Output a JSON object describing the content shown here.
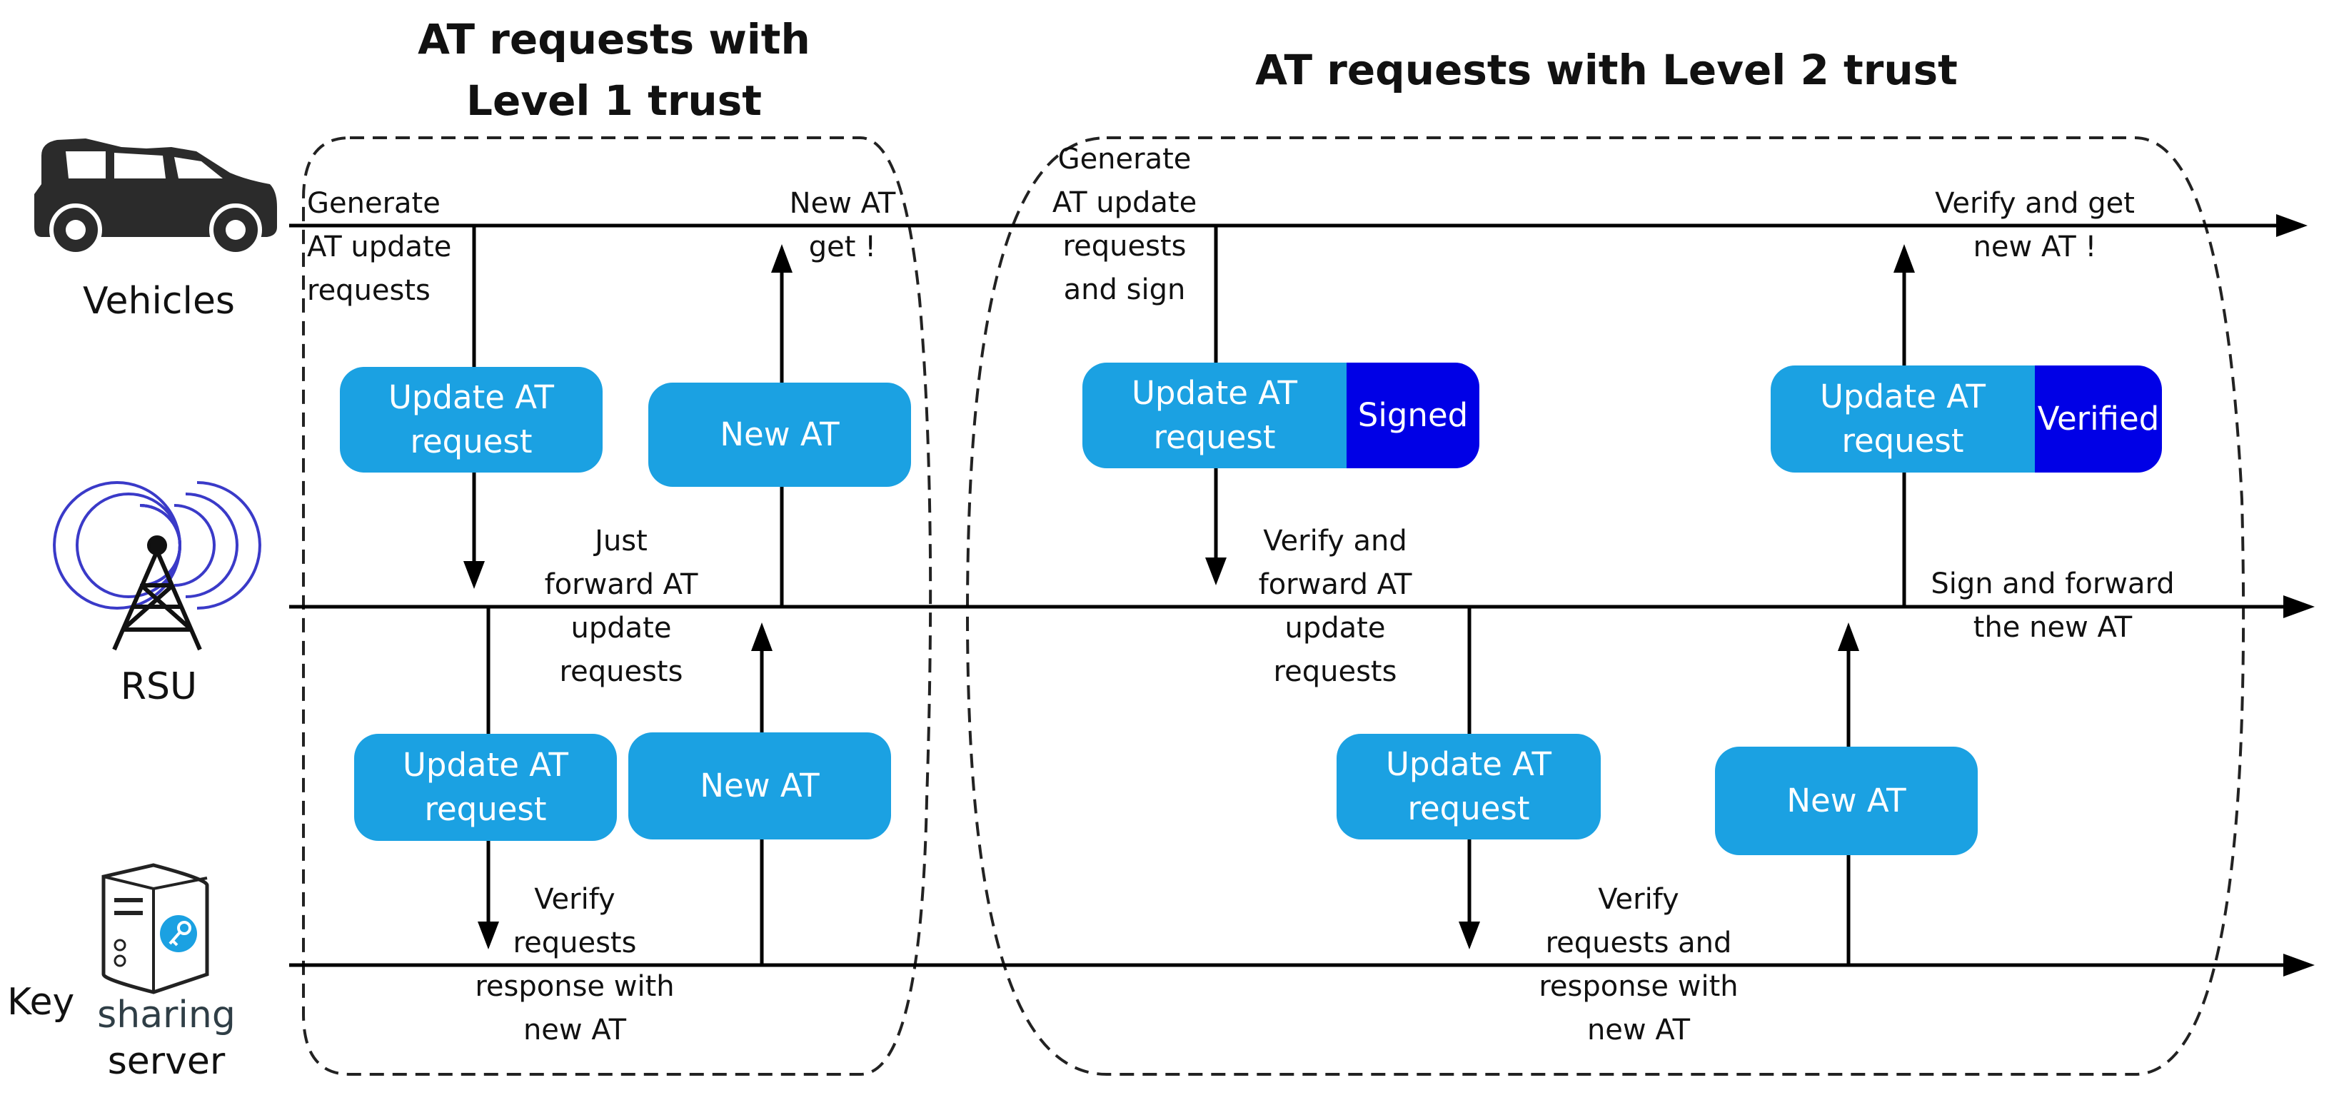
{
  "titles": {
    "level1": "AT requests with\nLevel 1 trust",
    "level2": "AT requests with Level 2 trust"
  },
  "actors": {
    "vehicles": "Vehicles",
    "rsu": "RSU",
    "server_key": "Key",
    "server_sharing": "sharing",
    "server_server": "server"
  },
  "level1": {
    "generate": "Generate\nAT update\nrequests",
    "new_at_get": "New AT\nget !",
    "box_update_top": "Update AT\nrequest",
    "box_new_top": "New AT",
    "just_forward": "Just\nforward AT\nupdate\nrequests",
    "box_update_bottom": "Update AT\nrequest",
    "box_new_bottom": "New AT",
    "verify": "Verify\nrequests\nresponse with\nnew AT"
  },
  "level2": {
    "generate": "Generate\nAT update\nrequests\nand sign",
    "verify_get": "Verify and get\nnew AT !",
    "box_signed_main": "Update AT\nrequest",
    "box_signed_tag": "Signed",
    "box_verified_main": "Update AT\nrequest",
    "box_verified_tag": "Verified",
    "verify_forward": "Verify and\nforward AT\nupdate\nrequests",
    "sign_forward": "Sign and forward\nthe new AT",
    "box_update_bottom": "Update AT\nrequest",
    "box_new_bottom": "New AT",
    "verify_response": "Verify\nrequests and\nresponse with\nnew AT"
  },
  "colors": {
    "box": "#1ba1e2",
    "tag": "#0000e6",
    "line": "#000000"
  },
  "icons": [
    "car-icon",
    "radio-tower-icon",
    "key-server-icon"
  ]
}
